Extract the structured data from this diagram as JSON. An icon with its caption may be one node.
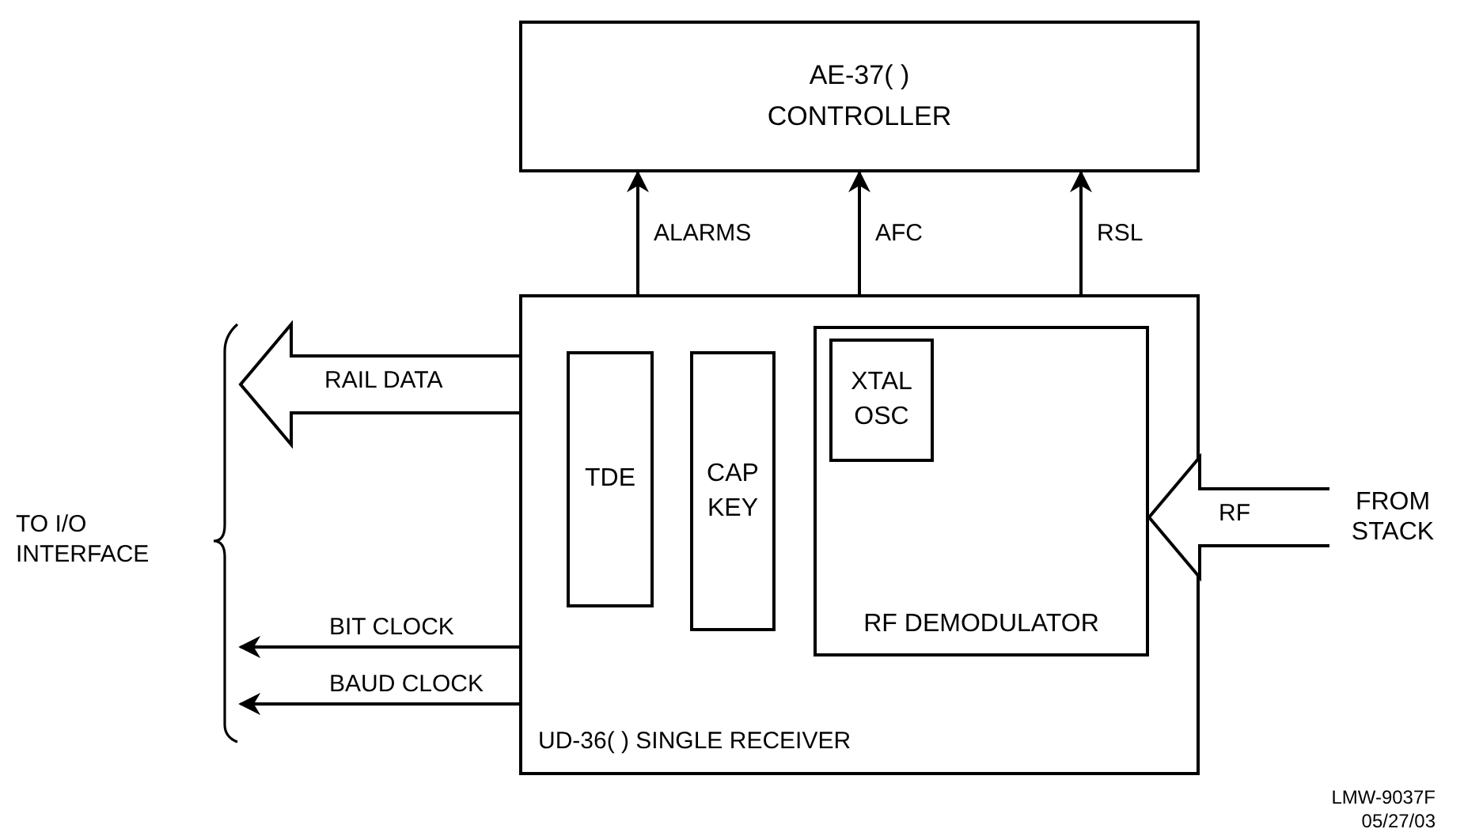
{
  "diagram": {
    "nodes": [
      {
        "text": [
          "AE-37( ) CONTROLLER"
        ]
      },
      {
        "text": [
          "UD-36( ) SINGLE RECEIVER"
        ]
      },
      {
        "text": [
          "TDE"
        ],
        "in": 1
      },
      {
        "text": [
          "CAP KEY"
        ],
        "in": 1
      },
      {
        "text": [
          "RF DEMODULATOR"
        ],
        "in": 1
      },
      {
        "text": [
          "XTAL OSC"
        ],
        "in": 4
      },
      {
        "text": [
          "FROM STACK"
        ]
      },
      {
        "text": [],
        "shape": "bracket"
      }
    ],
    "edges": [
      {
        "from": 1,
        "to": 0,
        "arrow": "to",
        "label": "ALARMS"
      },
      {
        "from": 1,
        "to": 0,
        "arrow": "to",
        "label": "AFC"
      },
      {
        "from": 1,
        "to": 0,
        "arrow": "to",
        "label": "RSL"
      },
      {
        "from": 1,
        "to": 7,
        "arrow": "to",
        "label": "RAIL DATA",
        "style": "thick"
      },
      {
        "from": 1,
        "to": 7,
        "arrow": "to",
        "label": "BIT CLOCK"
      },
      {
        "from": 1,
        "to": 7,
        "arrow": "to",
        "label": "BAUD CLOCK"
      },
      {
        "from": 6,
        "to": 4,
        "arrow": "to",
        "label": "RF",
        "style": "thick"
      }
    ],
    "labels": [
      "TO I/O INTERFACE",
      "LMW-9037F",
      "05/27/03"
    ]
  }
}
